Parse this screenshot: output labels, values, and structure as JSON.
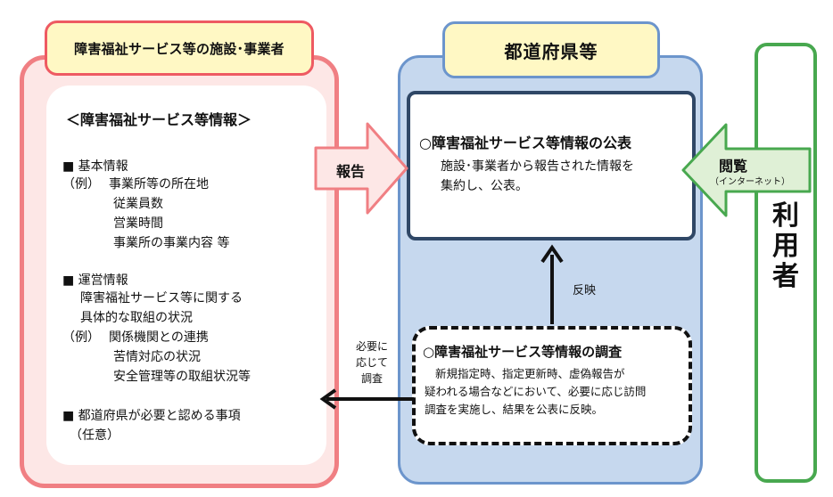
{
  "facilities": {
    "title": "障害福祉サービス等の施設･事業者",
    "heading": "＜障害福祉サービス等情報＞",
    "basic": {
      "title": "■ 基本情報",
      "example_label": "（例）",
      "items": [
        "事業所等の所在地",
        "従業員数",
        "営業時間",
        "事業所の事業内容 等"
      ]
    },
    "operation": {
      "title": "■ 運営情報",
      "desc_lines": [
        "障害福祉サービス等に関する",
        "具体的な取組の状況"
      ],
      "example_label": "（例）",
      "items": [
        "関係機関との連携",
        "苦情対応の状況",
        "安全管理等の取組状況等"
      ]
    },
    "prefecture_items": {
      "title": "■ 都道府県が必要と認める事項",
      "note": "（任意）"
    }
  },
  "prefecture": {
    "title": "都道府県等",
    "publish": {
      "title": "○障害福祉サービス等情報の公表",
      "desc_lines": [
        "施設･事業者から報告された情報を",
        "集約し、公表。"
      ]
    },
    "survey": {
      "title": "○障害福祉サービス等情報の調査",
      "desc_lines": [
        "新規指定時、指定更新時、虚偽報告が",
        "疑われる場合などにおいて、必要に応じ訪問",
        "調査を実施し、結果を公表に反映。"
      ]
    }
  },
  "users": {
    "label_chars": [
      "利",
      "用",
      "者"
    ]
  },
  "arrows": {
    "report": "報告",
    "browse": "閲覧",
    "browse_sub": "（インターネット）",
    "reflect": "反映",
    "investigate_lines": [
      "必要に",
      "応じて",
      "調査"
    ]
  },
  "colors": {
    "facility_border": "#f07f83",
    "facility_fill": "#fde7e6",
    "label_fill": "#fff8c4",
    "prefecture_fill": "#c6d8ee",
    "prefecture_border": "#6c95cc",
    "users_border": "#48a84f",
    "report_arrow_fill": "#fde7e6",
    "browse_arrow_fill": "#dff0d6"
  }
}
